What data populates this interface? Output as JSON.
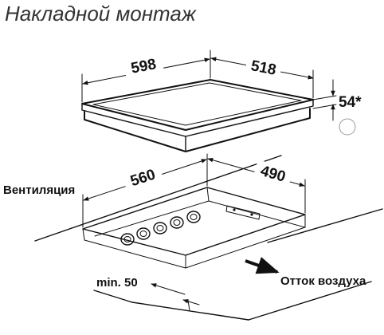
{
  "title": "Накладной монтаж",
  "dimensions": {
    "hob_width": "598",
    "hob_depth": "518",
    "hob_height": "54*",
    "cutout_width": "560",
    "cutout_depth": "490"
  },
  "labels": {
    "ventilation": "Вентиляция",
    "min_gap": "min. 50",
    "air_outlet": "Отток воздуха"
  },
  "colors": {
    "line": "#111111",
    "title": "#333333",
    "background": "#ffffff"
  }
}
